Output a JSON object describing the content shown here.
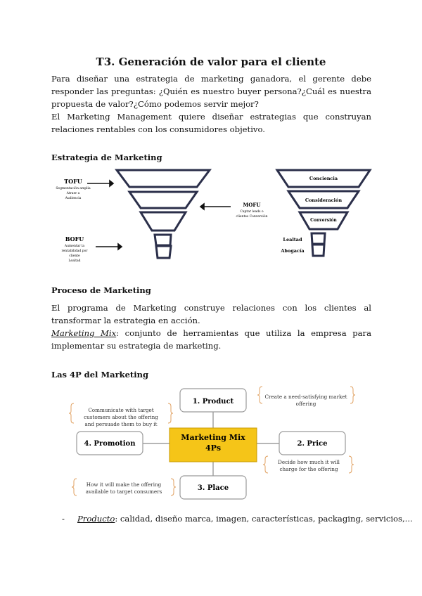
{
  "title": "T3. Generación de valor para el cliente",
  "intro": {
    "p1": "Para diseñar una estrategia de marketing ganadora, el gerente debe responder las preguntas: ¿Quién es nuestro buyer persona?¿Cuál es nuestra propuesta de valor?¿Cómo podemos servir mejor?",
    "p2": "El Marketing Management quiere diseñar estrategias que construyan relaciones rentables con los consumidores objetivo."
  },
  "estrategia": {
    "heading": "Estrategia de Marketing",
    "tofu": {
      "label": "TOFU",
      "desc": [
        "Segmentación amplia",
        "Atraer a",
        "Audiencia"
      ]
    },
    "mofu": {
      "label": "MOFU",
      "desc": [
        "Captar leads o",
        "clientes Conversión"
      ]
    },
    "bofu": {
      "label": "BOFU",
      "desc": [
        "Aumentar la",
        "rentabilidad por",
        "cliente",
        "Lealtad"
      ]
    },
    "funnel_stages": [
      "Conciencia",
      "Consideración",
      "Conversión"
    ],
    "funnel_post": [
      "Lealtad",
      "Abogacía"
    ]
  },
  "proceso": {
    "heading": "Proceso de Marketing",
    "p1": "El programa de Marketing construye relaciones con los clientes al transformar la estrategia en acción.",
    "mix_term": "Marketing Mix",
    "mix_def": ": conjunto de herramientas que utiliza la empresa para implementar su estrategia de marketing."
  },
  "cuatro_p": {
    "heading": "Las 4P del Marketing",
    "center": [
      "Marketing Mix",
      "4Ps"
    ],
    "product": "1. Product",
    "price": "2. Price",
    "place": "3. Place",
    "promotion": "4. Promotion",
    "product_note": [
      "Create a need-satisfying market",
      "offering"
    ],
    "price_note": [
      "Decide how much it will",
      "charge for the offering"
    ],
    "place_note": [
      "How it will make the offering",
      "available to target consumers"
    ],
    "promotion_note": [
      "Communicate with target",
      "customers about the offering",
      "and persuade them to buy it"
    ]
  },
  "bullet": {
    "dash": "-",
    "term": "Producto",
    "text": ": calidad, diseño marca, imagen, características, packaging, servicios,..."
  },
  "colors": {
    "center_box": "#f5c518",
    "funnel_fill": "#ffffff",
    "funnel_stroke": "#2b2f4a"
  }
}
